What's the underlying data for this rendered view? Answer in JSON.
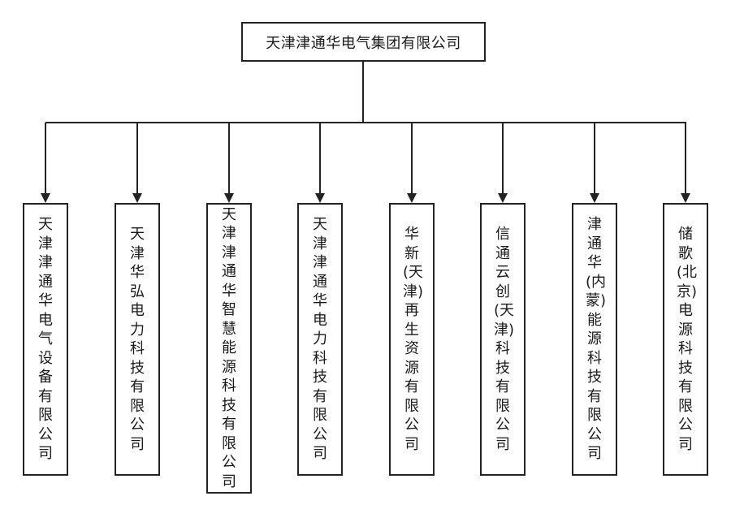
{
  "root": {
    "label": "天津津通华电气集团有限公司"
  },
  "children": [
    {
      "label": "天\n津\n津\n通\n华\n电\n气\n设\n备\n有\n限\n公\n司"
    },
    {
      "label": "天\n津\n华\n弘\n电\n力\n科\n技\n有\n限\n公\n司"
    },
    {
      "label": "天\n津\n津\n通\n华\n智\n慧\n能\n源\n科\n技\n有\n限\n公\n司"
    },
    {
      "label": "天\n津\n津\n通\n华\n电\n力\n科\n技\n有\n限\n公\n司"
    },
    {
      "label": "华\n新\n(天\n津)\n再\n生\n资\n源\n有\n限\n公\n司"
    },
    {
      "label": "信\n通\n云\n创\n(天\n津)\n科\n技\n有\n限\n公\n司"
    },
    {
      "label": "津\n通\n华\n(内\n蒙)\n能\n源\n科\n技\n有\n限\n公\n司"
    },
    {
      "label": "储\n歌\n(北\n京)\n电\n源\n科\n技\n有\n限\n公\n司"
    }
  ]
}
